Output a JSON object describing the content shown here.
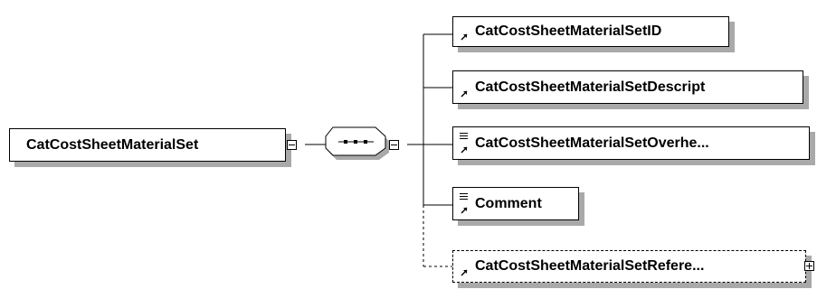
{
  "root": {
    "label": "CatCostSheetMaterialSet"
  },
  "compositor": {
    "type": "sequence",
    "icon": "sequence-dots-icon"
  },
  "children": [
    {
      "label": "CatCostSheetMaterialSetID",
      "optional": false,
      "has_text_icon": false,
      "expandable": false
    },
    {
      "label": "CatCostSheetMaterialSetDescript",
      "optional": false,
      "has_text_icon": false,
      "expandable": false
    },
    {
      "label": "CatCostSheetMaterialSetOverhe...",
      "optional": false,
      "has_text_icon": true,
      "expandable": false
    },
    {
      "label": "Comment",
      "optional": false,
      "has_text_icon": true,
      "expandable": false
    },
    {
      "label": "CatCostSheetMaterialSetRefere...",
      "optional": true,
      "has_text_icon": false,
      "expandable": true
    }
  ],
  "colors": {
    "line": "#000000",
    "shadow": "#a9a9a9",
    "background": "#ffffff"
  }
}
